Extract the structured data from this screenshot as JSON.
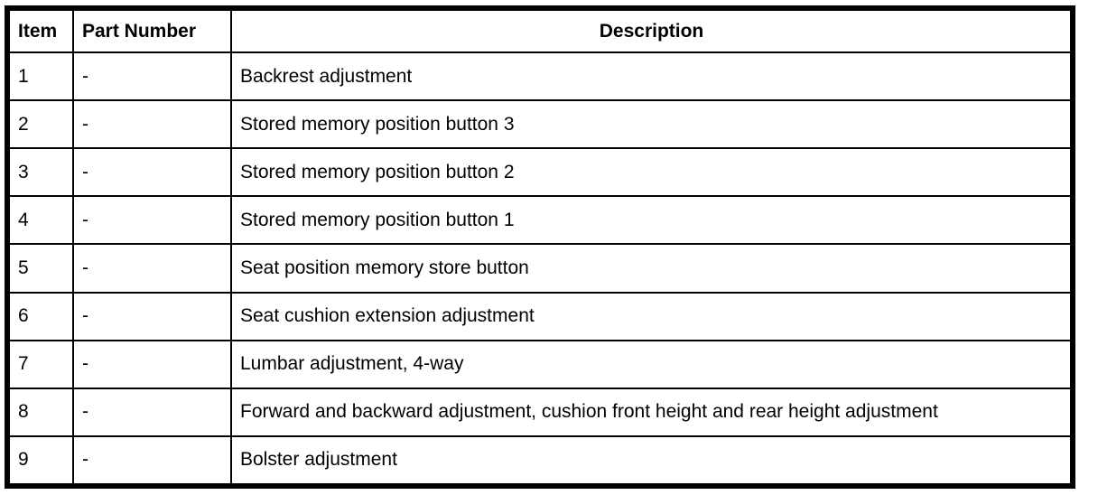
{
  "table": {
    "columns": [
      {
        "key": "item",
        "label": "Item"
      },
      {
        "key": "part_number",
        "label": "Part Number"
      },
      {
        "key": "description",
        "label": "Description"
      }
    ],
    "rows": [
      {
        "item": "1",
        "part_number": "-",
        "description": "Backrest adjustment"
      },
      {
        "item": "2",
        "part_number": "-",
        "description": "Stored memory position button 3"
      },
      {
        "item": "3",
        "part_number": "-",
        "description": "Stored memory position button 2"
      },
      {
        "item": "4",
        "part_number": "-",
        "description": "Stored memory position button 1"
      },
      {
        "item": "5",
        "part_number": "-",
        "description": "Seat position memory store button"
      },
      {
        "item": "6",
        "part_number": "-",
        "description": "Seat cushion extension adjustment"
      },
      {
        "item": "7",
        "part_number": "-",
        "description": "Lumbar adjustment, 4-way"
      },
      {
        "item": "8",
        "part_number": "-",
        "description": "Forward and backward adjustment, cushion front height and rear height adjustment"
      },
      {
        "item": "9",
        "part_number": "-",
        "description": "Bolster adjustment"
      }
    ],
    "colors": {
      "border": "#000000",
      "background": "#ffffff",
      "text": "#000000"
    }
  }
}
